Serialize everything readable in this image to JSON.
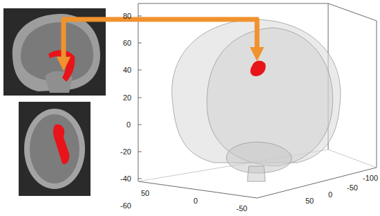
{
  "diagram": {
    "labels": [
      "80",
      "60",
      "40",
      "20",
      "0",
      "-20",
      "-40",
      "-60",
      "50",
      "0",
      "-50",
      "50",
      "0",
      "-50",
      "-100"
    ]
  }
}
